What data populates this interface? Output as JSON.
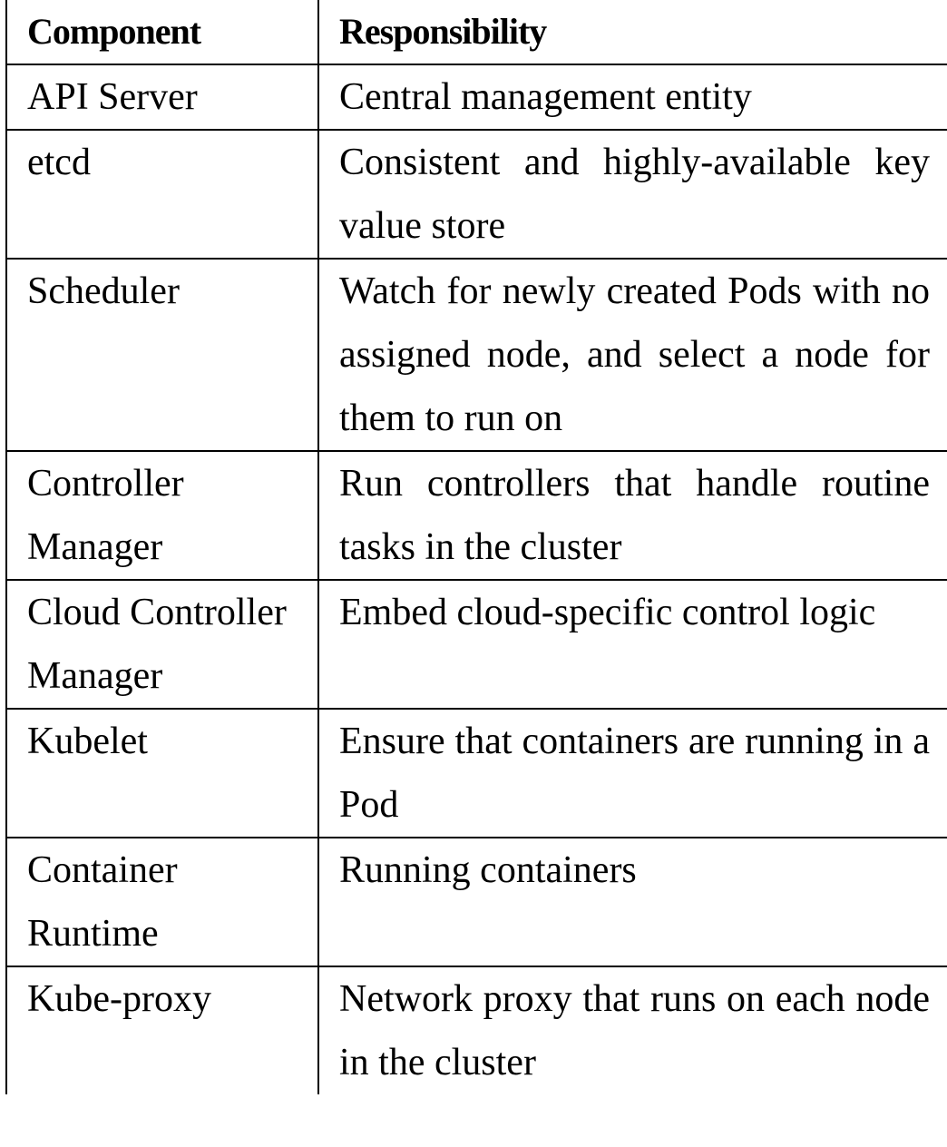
{
  "table": {
    "headers": [
      "Component",
      "Responsibility"
    ],
    "rows": [
      {
        "component": "API Server",
        "responsibility": "Central management entity"
      },
      {
        "component": "etcd",
        "responsibility": "Consistent and highly-available key value store"
      },
      {
        "component": "Scheduler",
        "responsibility": "Watch for newly created Pods with no assigned node, and select a node for them to run on"
      },
      {
        "component": "Controller Manager",
        "responsibility": "Run controllers that handle routine tasks in the cluster"
      },
      {
        "component": "Cloud Controller Manager",
        "responsibility": "Embed cloud-specific control logic"
      },
      {
        "component": "Kubelet",
        "responsibility": "Ensure that containers are running in a Pod"
      },
      {
        "component": "Container Runtime",
        "responsibility": "Running containers"
      },
      {
        "component": "Kube-proxy",
        "responsibility": "Network proxy that runs on each node in the cluster"
      }
    ]
  }
}
